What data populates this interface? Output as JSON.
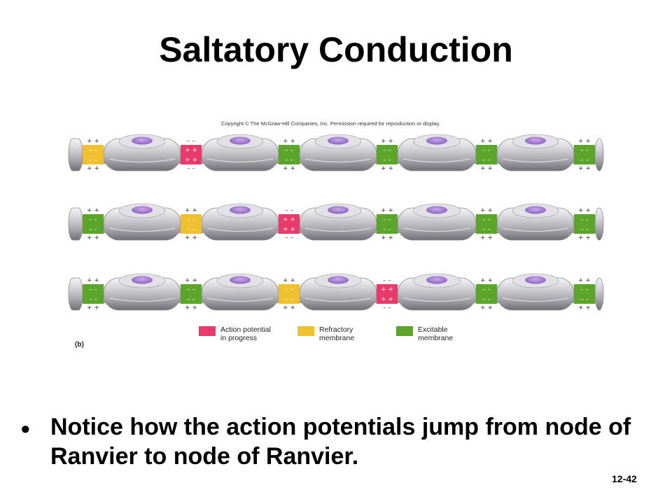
{
  "slide": {
    "title": "Saltatory Conduction",
    "copyright": "Copyright © The McGraw-Hill Companies, Inc. Permission required for reproduction or display.",
    "figure_label": "(b)",
    "bullet_symbol": "•",
    "bullet_text": "Notice how the action potentials jump from node of Ranvier to node of Ranvier.",
    "slide_number": "12-42"
  },
  "legend": [
    {
      "label_line1": "Action potential",
      "label_line2": "in progress",
      "state": "active",
      "color": "#e83b6c"
    },
    {
      "label_line1": "Refractory",
      "label_line2": "membrane",
      "state": "refractory",
      "color": "#f0c02e"
    },
    {
      "label_line1": "Excitable",
      "label_line2": "membrane",
      "state": "excitable",
      "color": "#5aa52a"
    }
  ],
  "diagram": {
    "signs": {
      "plus": "+ +",
      "minus": "– –"
    },
    "rows": [
      {
        "nodes": [
          "refractory",
          "active",
          "excitable",
          "excitable",
          "excitable",
          "excitable"
        ]
      },
      {
        "nodes": [
          "excitable",
          "refractory",
          "active",
          "excitable",
          "excitable",
          "excitable"
        ]
      },
      {
        "nodes": [
          "excitable",
          "excitable",
          "refractory",
          "active",
          "excitable",
          "excitable"
        ]
      }
    ]
  }
}
